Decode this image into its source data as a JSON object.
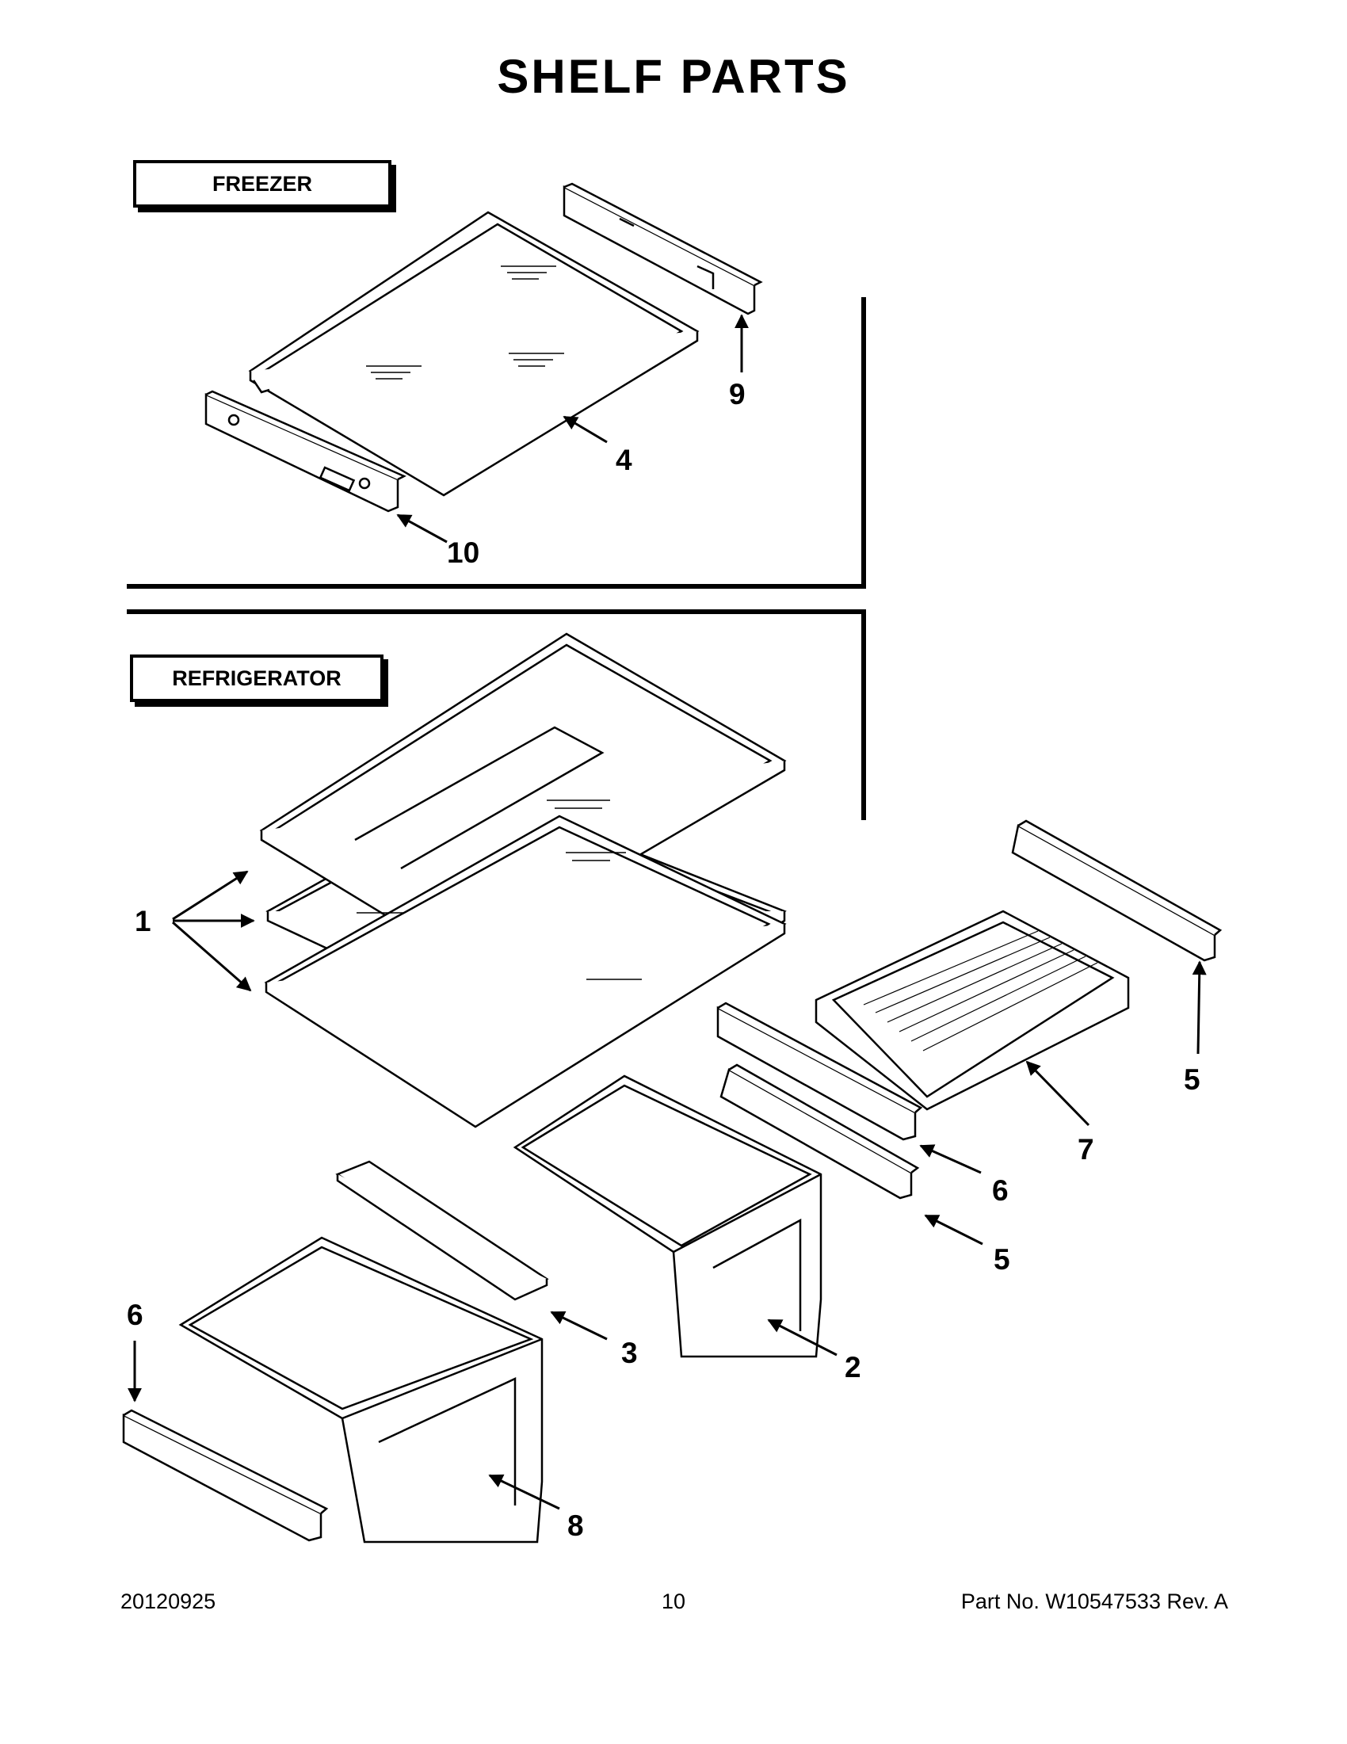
{
  "page": {
    "title": "SHELF PARTS"
  },
  "sections": {
    "freezer_label": "FREEZER",
    "refrigerator_label": "REFRIGERATOR"
  },
  "callouts": {
    "c9": "9",
    "c4": "4",
    "c10": "10",
    "c1": "1",
    "c5a": "5",
    "c7": "7",
    "c6a": "6",
    "c5b": "5",
    "c3": "3",
    "c2": "2",
    "c6b": "6",
    "c8": "8"
  },
  "footer": {
    "date": "20120925",
    "page_number": "10",
    "part_number": "Part No.  W10547533  Rev.  A"
  }
}
